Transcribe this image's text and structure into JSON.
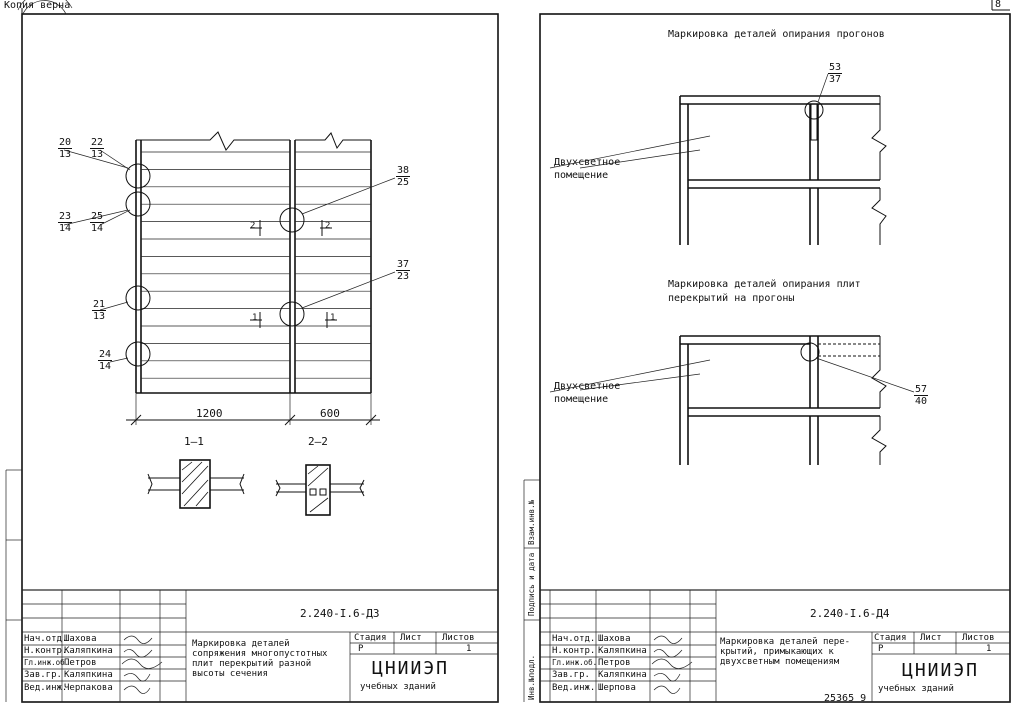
{
  "left_sheet": {
    "stamp": "Копия верна",
    "marks": [
      {
        "num": "20",
        "den": "13"
      },
      {
        "num": "22",
        "den": "13"
      },
      {
        "num": "23",
        "den": "14"
      },
      {
        "num": "25",
        "den": "14"
      },
      {
        "num": "21",
        "den": "13"
      },
      {
        "num": "24",
        "den": "14"
      },
      {
        "num": "38",
        "den": "25"
      },
      {
        "num": "37",
        "den": "23"
      }
    ],
    "section_marks": [
      "2",
      "2",
      "1",
      "1"
    ],
    "dim_left": "1200",
    "dim_right": "600",
    "section_labels": [
      "1–1",
      "2–2"
    ],
    "code": "2.240-I.6-ДЗ",
    "title": [
      "Маркировка деталей",
      "сопряжения многопустотных",
      "плит перекрытий разной",
      "высоты сечения"
    ],
    "stage_header": "Стадия",
    "sheet_header": "Лист",
    "sheets_header": "Листов",
    "stage": "Р",
    "sheets": "1",
    "org": "ЦНИИЭП",
    "org_sub": "учебных зданий",
    "signers": [
      {
        "role": "Нач.отд.",
        "name": "Шахова"
      },
      {
        "role": "Н.контр.",
        "name": "Каляпкина"
      },
      {
        "role": "Гл.инж.об.",
        "name": "Петров"
      },
      {
        "role": "Зав.гр.",
        "name": "Каляпкина"
      },
      {
        "role": "Вед.инж.",
        "name": "Черпакова"
      }
    ]
  },
  "right_sheet": {
    "sheet_no": "8",
    "heading1": "Маркировка деталей опирания прогонов",
    "mark1": {
      "num": "53",
      "den": "37"
    },
    "room1": [
      "Двухсветное",
      "помещение"
    ],
    "heading2": [
      "Маркировка деталей опирания плит",
      "перекрытий на прогоны"
    ],
    "mark2": {
      "num": "57",
      "den": "40"
    },
    "room2": [
      "Двухсветное",
      "помещение"
    ],
    "side_labels": [
      "Инв.№подл.",
      "Подпись и дата",
      "Взам.инв.№"
    ],
    "code": "2.240-I.6-Д4",
    "title": [
      "Маркировка деталей пере-",
      "крытий, примыкающих к",
      "двухсветным помещениям"
    ],
    "stage_header": "Стадия",
    "sheet_header": "Лист",
    "sheets_header": "Листов",
    "stage": "Р",
    "sheets": "1",
    "org": "ЦНИИЭП",
    "org_sub": "учебных зданий",
    "archive": "25365 9",
    "signers": [
      {
        "role": "Нач.отд.",
        "name": "Шахова"
      },
      {
        "role": "Н.контр.",
        "name": "Каляпкина"
      },
      {
        "role": "Гл.инж.об.",
        "name": "Петров"
      },
      {
        "role": "Зав.гр.",
        "name": "Каляпкина"
      },
      {
        "role": "Вед.инж.",
        "name": "Шерпова"
      }
    ]
  }
}
